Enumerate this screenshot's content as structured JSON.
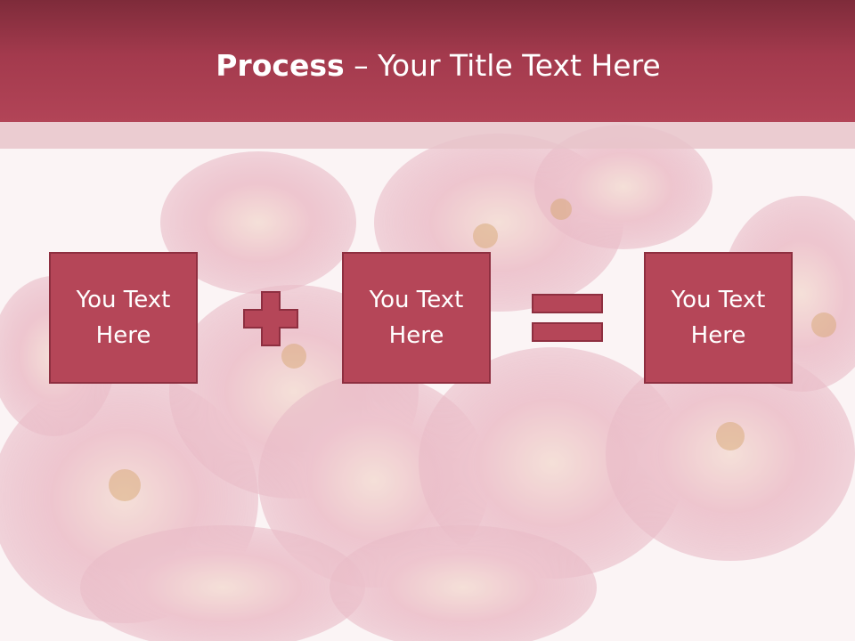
{
  "slide": {
    "title_bold": "Process",
    "title_rest": " – Your Title Text Here"
  },
  "process": {
    "box1": "You Text Here",
    "operator1": "plus-icon",
    "box2": "You Text Here",
    "operator2": "equals-icon",
    "box3": "You Text Here"
  },
  "colors": {
    "header": "#a33a4d",
    "box_fill": "#b54658",
    "box_border": "#8e2f40",
    "operator": "#b54658"
  }
}
